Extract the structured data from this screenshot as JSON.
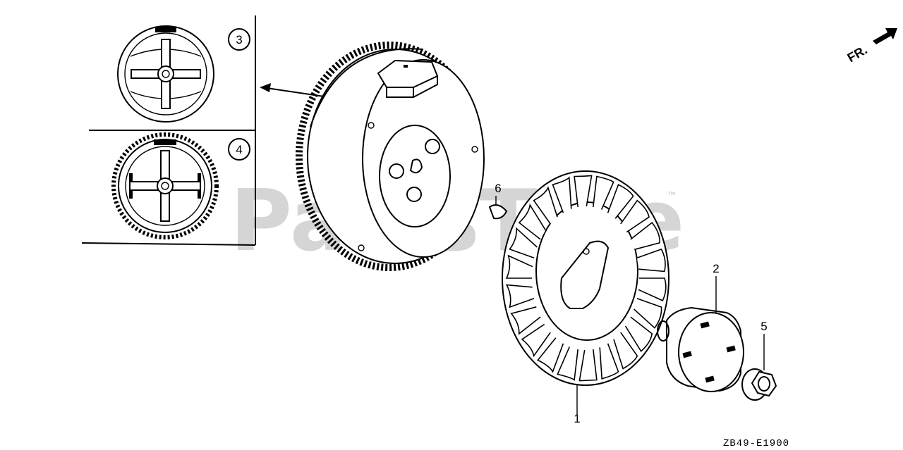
{
  "watermark": {
    "text": "PartsTree",
    "trademark": "™"
  },
  "direction_marker": {
    "label": "FR."
  },
  "diagram_code": "ZB49-E1900",
  "insets": [
    {
      "number": "3"
    },
    {
      "number": "4"
    }
  ],
  "callouts": [
    {
      "number": "1"
    },
    {
      "number": "2"
    },
    {
      "number": "5"
    },
    {
      "number": "6"
    }
  ]
}
